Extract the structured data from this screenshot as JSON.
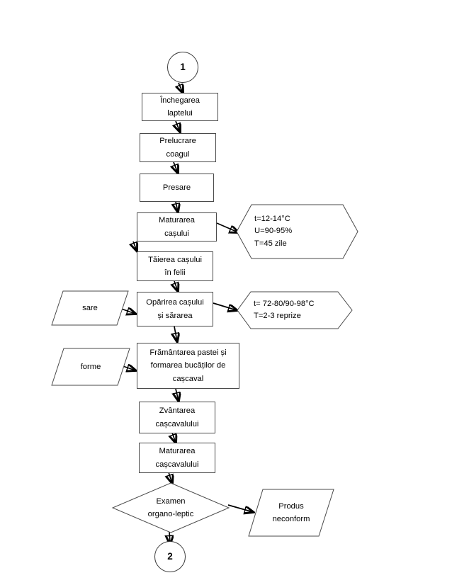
{
  "diagram": {
    "title": "Flux tehnologic cascaval",
    "language": "ro",
    "stroke_color": "#4a4a4a",
    "arrow_color": "#000000",
    "background": "#ffffff",
    "nodes": [
      {
        "id": "start",
        "shape": "circle",
        "label": "1"
      },
      {
        "id": "inchegarea",
        "shape": "process",
        "label": "Închegarea\nlaptelui"
      },
      {
        "id": "prelucrare",
        "shape": "process",
        "label": "Prelucrare\ncoagul"
      },
      {
        "id": "presare",
        "shape": "process",
        "label": "Presare"
      },
      {
        "id": "maturarea_cas",
        "shape": "process",
        "label": "Maturarea\ncașului"
      },
      {
        "id": "param_mat",
        "shape": "hexagon",
        "label": "t=12-14°C\nU=90-95%\nT=45 zile"
      },
      {
        "id": "taierea",
        "shape": "process",
        "label": "Tăierea cașului\nîn felii"
      },
      {
        "id": "sare",
        "shape": "parallelogram",
        "label": "sare"
      },
      {
        "id": "oparirea",
        "shape": "process",
        "label": "Opărirea cașului\nși sărarea"
      },
      {
        "id": "param_opar",
        "shape": "hexagon",
        "label": "t= 72-80/90-98°C\nT=2-3 reprize"
      },
      {
        "id": "forme",
        "shape": "parallelogram",
        "label": "forme"
      },
      {
        "id": "framantarea",
        "shape": "process",
        "label": "Frământarea pastei și\nformarea bucăților de\ncașcaval"
      },
      {
        "id": "zvantarea",
        "shape": "process",
        "label": "Zvântarea\ncașcavalului"
      },
      {
        "id": "maturarea_casc",
        "shape": "process",
        "label": "Maturarea\ncașcavalului"
      },
      {
        "id": "examen",
        "shape": "decision",
        "label": "Examen\norgano-leptic"
      },
      {
        "id": "neconform",
        "shape": "parallelogram",
        "label": "Produs\nneconform"
      },
      {
        "id": "end",
        "shape": "circle",
        "label": "2"
      }
    ]
  }
}
